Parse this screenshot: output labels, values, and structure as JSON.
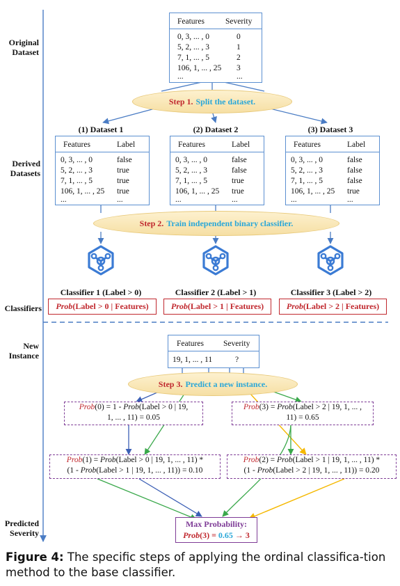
{
  "side_labels": {
    "original": [
      "Original",
      "Dataset"
    ],
    "derived": [
      "Derived",
      "Datasets"
    ],
    "classifiers": "Classifiers",
    "new_instance": [
      "New",
      "Instance"
    ],
    "predicted": [
      "Predicted",
      "Severity"
    ]
  },
  "original_table": {
    "headers": [
      "Features",
      "Severity"
    ],
    "rows": [
      [
        "0,  3, ... , 0",
        "0"
      ],
      [
        "5,  2, ... , 3",
        "1"
      ],
      [
        "7,  1, ... , 5",
        "2"
      ],
      [
        "106, 1, ... , 25",
        "3"
      ],
      [
        "...",
        "..."
      ]
    ]
  },
  "steps": [
    {
      "label": "Step 1.",
      "text": "Split the dataset."
    },
    {
      "label": "Step 2.",
      "text": "Train independent binary classifier."
    },
    {
      "label": "Step 3.",
      "text": "Predict a new instance."
    }
  ],
  "datasets": [
    {
      "title": "(1) Dataset 1",
      "headers": [
        "Features",
        "Label"
      ],
      "rows": [
        [
          "0,  3, ... , 0",
          "false"
        ],
        [
          "5,  2, ... , 3",
          "true"
        ],
        [
          "7,  1, ... , 5",
          "true"
        ],
        [
          "106, 1, ... , 25",
          "true"
        ],
        [
          "...",
          "..."
        ]
      ]
    },
    {
      "title": "(2) Dataset 2",
      "headers": [
        "Features",
        "Label"
      ],
      "rows": [
        [
          "0,  3, ... , 0",
          "false"
        ],
        [
          "5,  2, ... , 3",
          "false"
        ],
        [
          "7,  1, ... , 5",
          "true"
        ],
        [
          "106, 1, ... , 25",
          "true"
        ],
        [
          "...",
          "..."
        ]
      ]
    },
    {
      "title": "(3) Dataset 3",
      "headers": [
        "Features",
        "Label"
      ],
      "rows": [
        [
          "0,  3, ... , 0",
          "false"
        ],
        [
          "5,  2, ... , 3",
          "false"
        ],
        [
          "7,  1, ... , 5",
          "false"
        ],
        [
          "106, 1, ... , 25",
          "true"
        ],
        [
          "...",
          "..."
        ]
      ]
    }
  ],
  "classifiers": [
    {
      "title": "Classifier 1 (Label > 0)",
      "prob_fn": "Prob",
      "prob_text": "(Label > 0 | Features)"
    },
    {
      "title": "Classifier 2 (Label > 1)",
      "prob_fn": "Prob",
      "prob_text": "(Label > 1 | Features)"
    },
    {
      "title": "Classifier 3 (Label > 2)",
      "prob_fn": "Prob",
      "prob_text": "(Label > 2 | Features)"
    }
  ],
  "new_instance": {
    "headers": [
      "Features",
      "Severity"
    ],
    "values": [
      "19,  1, ... , 11",
      "?"
    ]
  },
  "formulas": {
    "p0": {
      "fn": "Prob",
      "l1_a": "(0) = 1 - ",
      "l1_fn": "Prob",
      "l1_b": "(Label > 0 | 19,",
      "l2": "1, ... , 11) = 0.05"
    },
    "p3": {
      "fn": "Prob",
      "l1_a": "(3) = ",
      "l1_fn": "Prob",
      "l1_b": "(Label > 2 | 19,  1, ... ,",
      "l2": "11) = 0.65"
    },
    "p1": {
      "fn": "Prob",
      "l1_a": "(1) = ",
      "l1_fn": "Prob",
      "l1_b": "(Label > 0 | 19,  1, ... , 11) *",
      "l2_a": "(1 - ",
      "l2_fn": "Prob",
      "l2_b": "(Label > 1 | 19,  1, ... , 11)) = 0.10"
    },
    "p2": {
      "fn": "Prob",
      "l1_a": "(2) = ",
      "l1_fn": "Prob",
      "l1_b": "(Label > 1 |  19,  1, ... , 11) *",
      "l2_a": "(1 - ",
      "l2_fn": "Prob",
      "l2_b": "(Label > 2 | 19,  1, ... , 11)) = 0.20"
    }
  },
  "max_box": {
    "title": "Max Probability:",
    "fn": "Prob",
    "arg": "(3) = ",
    "value": "0.65",
    "arrow": "→",
    "result": "3"
  },
  "caption": {
    "label": "Figure 4:",
    "text": " The specific steps of applying the ordinal classifica-­tion method to the base classifier."
  },
  "colors": {
    "blue": "#4a7cc4",
    "red": "#c0272d",
    "cyan": "#2aa7d8",
    "purple": "#7e3b96",
    "green": "#3aa84b",
    "yellow": "#f5b800",
    "navy": "#3b5fb5"
  }
}
